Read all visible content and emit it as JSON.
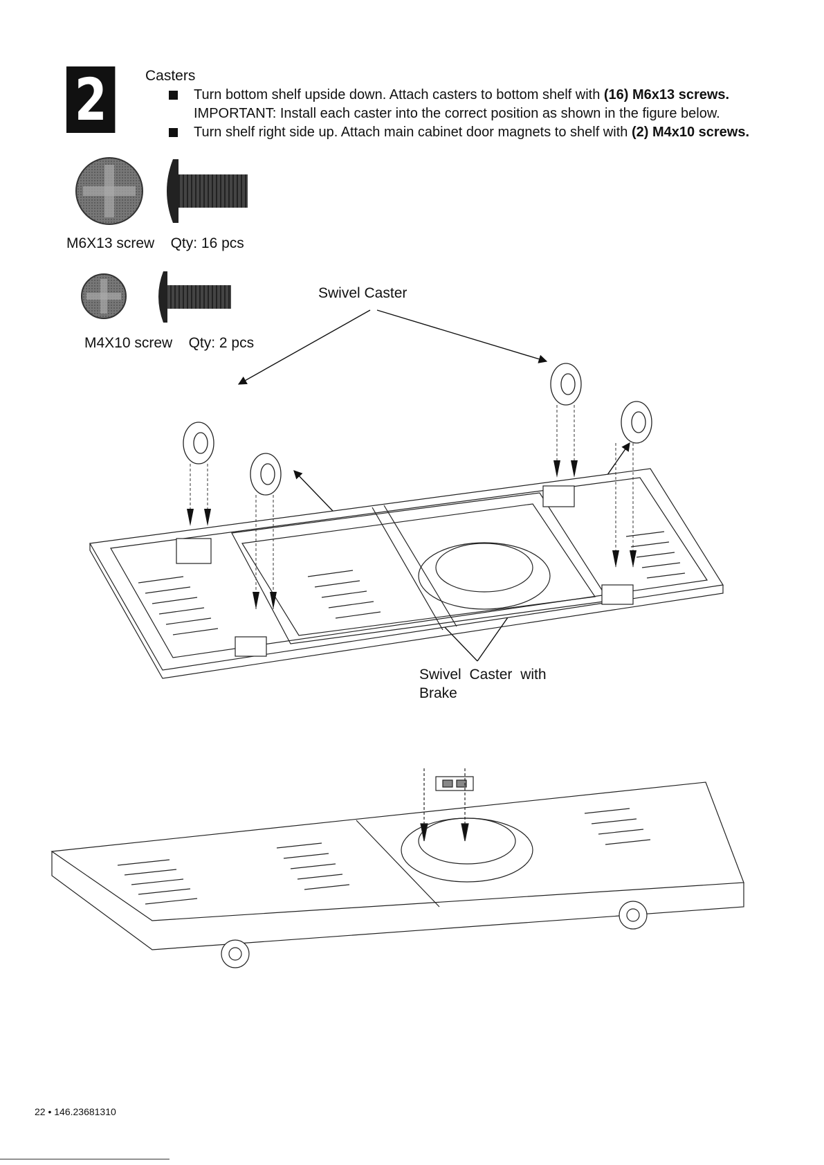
{
  "step": {
    "number": "2",
    "title": "Casters"
  },
  "instructions": [
    {
      "pre": "Turn bottom shelf upside down. Attach casters to bottom shelf with ",
      "strong": "(16) M6x13 screws.",
      "note": "IMPORTANT: Install each caster into the correct position as shown in the figure below."
    },
    {
      "pre": "Turn shelf right side up. Attach main cabinet door magnets to shelf with ",
      "strong": "(2) M4x10 screws.",
      "note": ""
    }
  ],
  "hardware": [
    {
      "name": "M6X13 screw",
      "qty": "Qty: 16 pcs",
      "icon": "phillips-screw-icon"
    },
    {
      "name": "M4X10 screw",
      "qty": "Qty: 2 pcs",
      "icon": "phillips-screw-icon"
    }
  ],
  "callouts": {
    "swivel": "Swivel Caster",
    "brake_line1": "Swivel Caster with",
    "brake_line2": "Brake"
  },
  "footer": "22 • 146.23681310"
}
